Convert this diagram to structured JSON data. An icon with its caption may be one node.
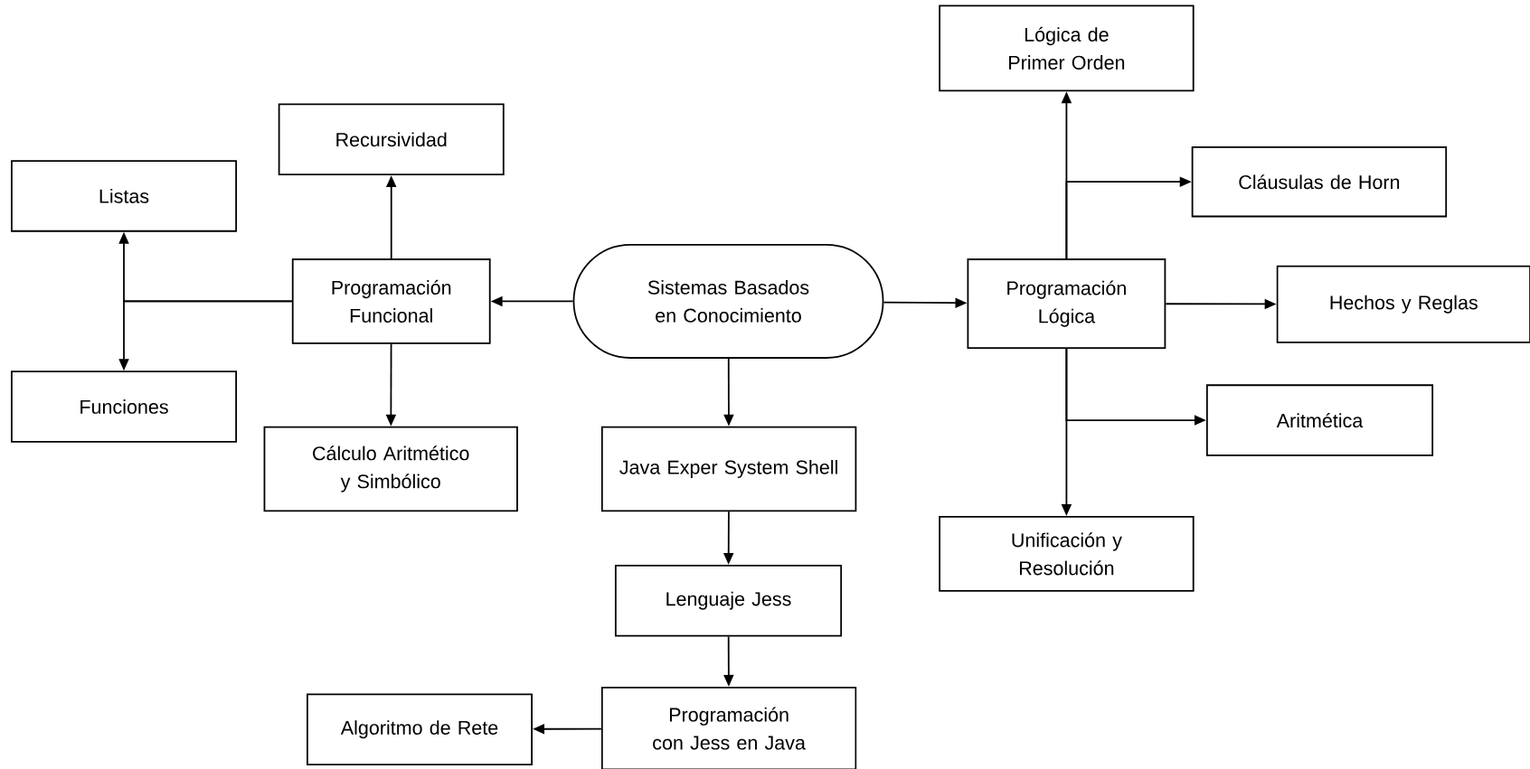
{
  "diagram": {
    "nodes": [
      {
        "text": [
          "Sistemas Basados en Conocimiento"
        ]
      },
      {
        "text": [
          "Programación Funcional"
        ]
      },
      {
        "text": [
          "Recursividad"
        ]
      },
      {
        "text": [
          "Listas"
        ]
      },
      {
        "text": [
          "Funciones"
        ]
      },
      {
        "text": [
          "Cálculo Aritmético y Simbólico"
        ]
      },
      {
        "text": [
          "Java Exper System Shell"
        ]
      },
      {
        "text": [
          "Lenguaje Jess"
        ]
      },
      {
        "text": [
          "Programación con Jess en Java"
        ]
      },
      {
        "text": [
          "Algoritmo de Rete"
        ]
      },
      {
        "text": [
          "Programación Lógica"
        ]
      },
      {
        "text": [
          "Lógica de Primer Orden"
        ]
      },
      {
        "text": [
          "Cláusulas de Horn"
        ]
      },
      {
        "text": [
          "Hechos y Reglas"
        ]
      },
      {
        "text": [
          "Aritmética"
        ]
      },
      {
        "text": [
          "Unificación y Resolución"
        ]
      }
    ],
    "edges": [
      {
        "from": 0,
        "to": 1,
        "arrow": "to"
      },
      {
        "from": 0,
        "to": 10,
        "arrow": "to"
      },
      {
        "from": 0,
        "to": 6,
        "arrow": "to"
      },
      {
        "from": 1,
        "to": 2,
        "arrow": "to"
      },
      {
        "from": 1,
        "to": 3,
        "arrow": "to"
      },
      {
        "from": 1,
        "to": 4,
        "arrow": "to"
      },
      {
        "from": 1,
        "to": 5,
        "arrow": "to"
      },
      {
        "from": 6,
        "to": 7,
        "arrow": "to"
      },
      {
        "from": 7,
        "to": 8,
        "arrow": "to"
      },
      {
        "from": 8,
        "to": 9,
        "arrow": "to"
      },
      {
        "from": 10,
        "to": 11,
        "arrow": "to"
      },
      {
        "from": 10,
        "to": 12,
        "arrow": "to"
      },
      {
        "from": 10,
        "to": 13,
        "arrow": "to"
      },
      {
        "from": 10,
        "to": 14,
        "arrow": "to"
      },
      {
        "from": 10,
        "to": 15,
        "arrow": "to"
      }
    ]
  }
}
